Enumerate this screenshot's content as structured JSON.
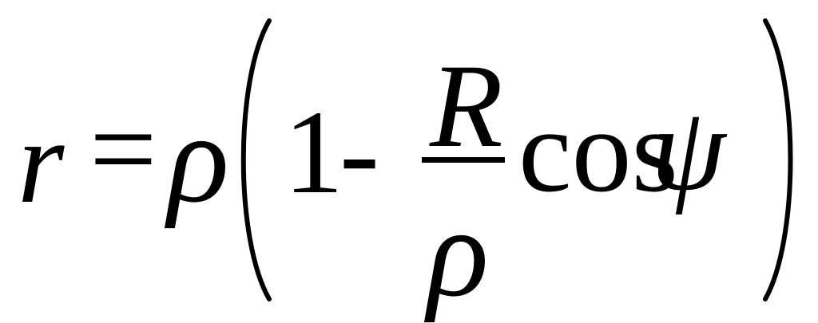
{
  "formula": {
    "lhs": "r",
    "equals": "=",
    "rho": "ρ",
    "one": "1",
    "minus": "-",
    "numerator": "R",
    "denominator": "ρ",
    "cos": "cos",
    "psi": "ψ"
  }
}
